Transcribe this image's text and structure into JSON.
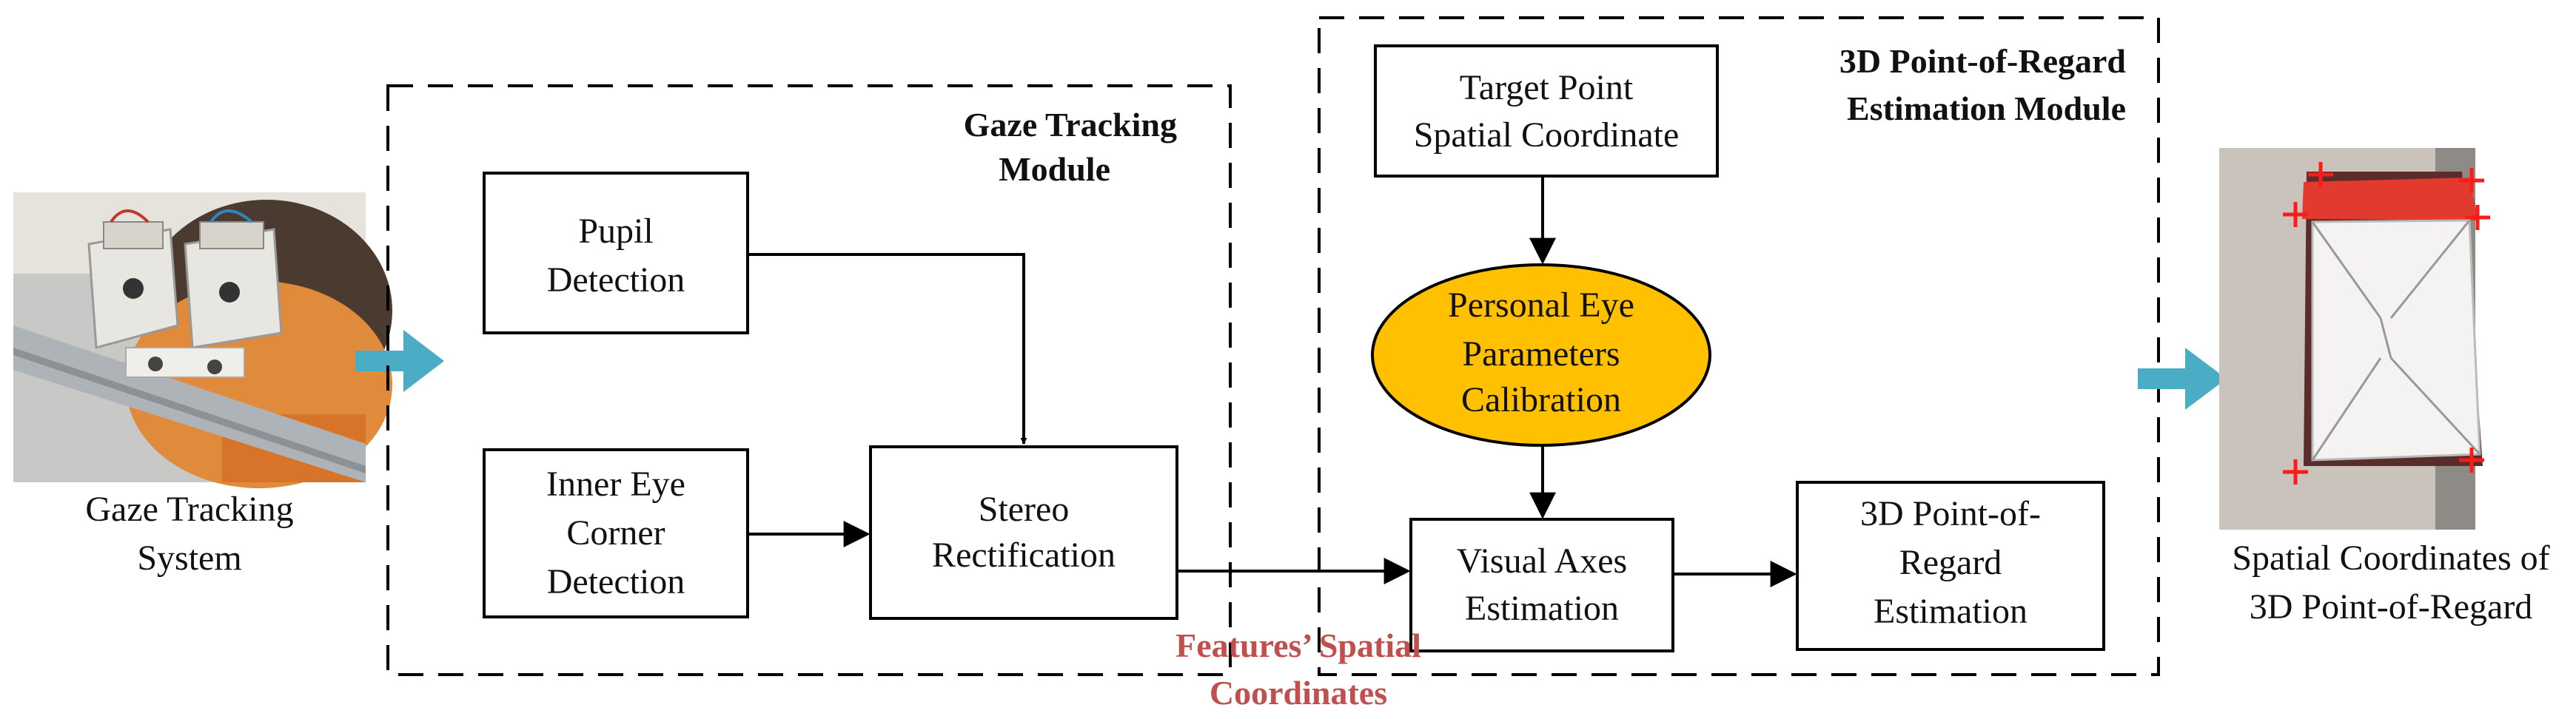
{
  "modules": {
    "gaze_tracking": [
      "Gaze Tracking",
      "Module"
    ],
    "estimation": [
      "3D Point-of-Regard",
      "Estimation Module"
    ]
  },
  "nodes": {
    "pupil": [
      "Pupil",
      "Detection"
    ],
    "inner_eye": [
      "Inner Eye",
      "Corner",
      "Detection"
    ],
    "stereo": [
      "Stereo",
      "Rectification"
    ],
    "target": [
      "Target Point",
      "Spatial Coordinate"
    ],
    "calibration": [
      "Personal Eye",
      "Parameters",
      "Calibration"
    ],
    "visual_axes": [
      "Visual Axes",
      "Estimation"
    ],
    "por": [
      "3D Point-of-",
      "Regard",
      "Estimation"
    ]
  },
  "features_label": [
    "Features’ Spatial",
    "Coordinates"
  ],
  "input_caption": [
    "Gaze Tracking",
    "System"
  ],
  "output_caption": [
    "Spatial Coordinates of",
    "3D Point-of-Regard"
  ],
  "colors": {
    "ellipse_fill": "#ffc000",
    "input_arrow": "#4bacc6",
    "features_text": "#c0504d",
    "marker": "#ff1a1a"
  },
  "images": {
    "input": "photo of gaze tracking device with two camera units in front of a person's face",
    "output": "photo of a rectangular white target board with red corner markers"
  }
}
